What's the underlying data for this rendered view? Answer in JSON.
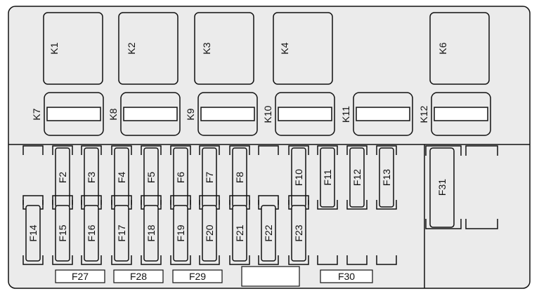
{
  "colors": {
    "background": "#ebebeb",
    "outline": "#111111",
    "slot": "#ffffff"
  },
  "relays_large": [
    "K1",
    "K2",
    "K3",
    "K4",
    "K6"
  ],
  "relays_small": [
    "K7",
    "K8",
    "K9",
    "K10",
    "K11",
    "K12"
  ],
  "fuses_top": [
    "F2",
    "F3",
    "F4",
    "F5",
    "F6",
    "F7",
    "F8",
    "F10",
    "F11",
    "F12",
    "F13"
  ],
  "fuses_bottom": [
    "F14",
    "F15",
    "F16",
    "F17",
    "F18",
    "F19",
    "F20",
    "F21",
    "F22",
    "F23"
  ],
  "fuse_tall": "F31",
  "group_labels": [
    "F27",
    "F28",
    "F29",
    "F30"
  ]
}
